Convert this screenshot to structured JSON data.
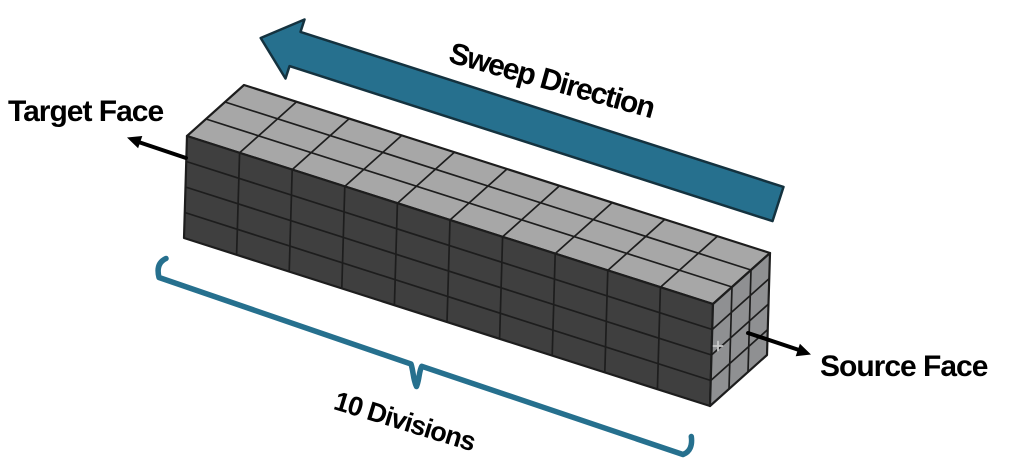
{
  "diagram": {
    "labels": {
      "sweep_direction": "Sweep Direction",
      "target_face": "Target Face",
      "source_face": "Source Face",
      "divisions": "10 Divisions"
    },
    "mesh": {
      "length_divisions": 10,
      "width_divisions": 3,
      "height_divisions": 4
    },
    "colors": {
      "accent_teal": "#26708E",
      "accent_outline": "#14323F",
      "top_face": "#A7A7A7",
      "front_face": "#3F3F3F",
      "source_face": "#8F9092",
      "mesh_line": "#1D1D1D",
      "label_text": "#000000",
      "background": "#FFFFFF"
    }
  }
}
